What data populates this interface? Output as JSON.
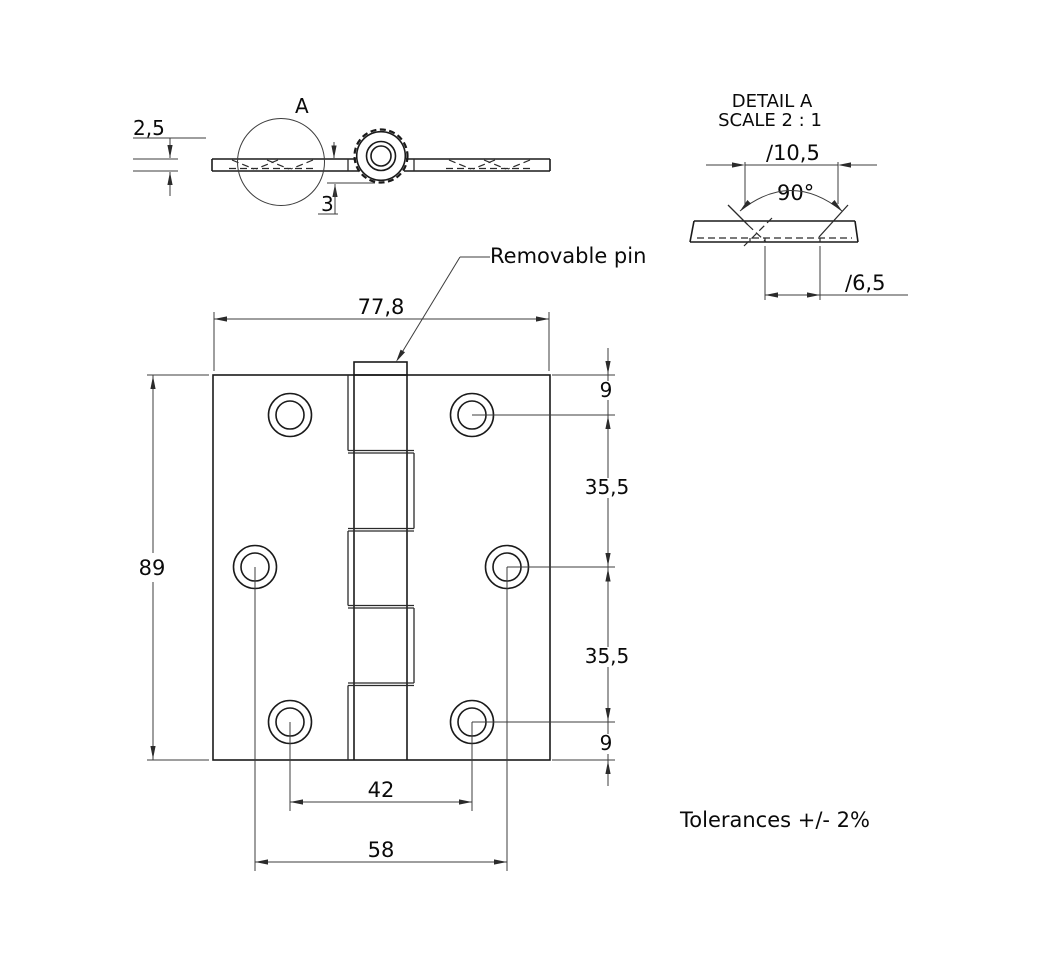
{
  "colors": {
    "background": "#ffffff",
    "edge_lines": "#1a1a1a",
    "dimension_lines": "#3c3c3c",
    "text": "#0a0a0a"
  },
  "side_view": {
    "detail_label": "A",
    "thickness": "2,5",
    "knuckle_offset": "3"
  },
  "detail_view": {
    "title": "DETAIL A",
    "scale": "SCALE 2 : 1",
    "countersink_diameter": "∕10,5",
    "countersink_angle": "90°",
    "hole_diameter": "∕6,5"
  },
  "front_view": {
    "pin_callout": "Removable pin",
    "overall_width": "77,8",
    "overall_height": "89",
    "top_hole_offset": "9",
    "upper_hole_spacing": "35,5",
    "lower_hole_spacing": "35,5",
    "bottom_hole_offset": "9",
    "inner_hole_spacing": "42",
    "outer_hole_spacing": "58"
  },
  "note": {
    "tolerances": "Tolerances +/- 2%"
  }
}
